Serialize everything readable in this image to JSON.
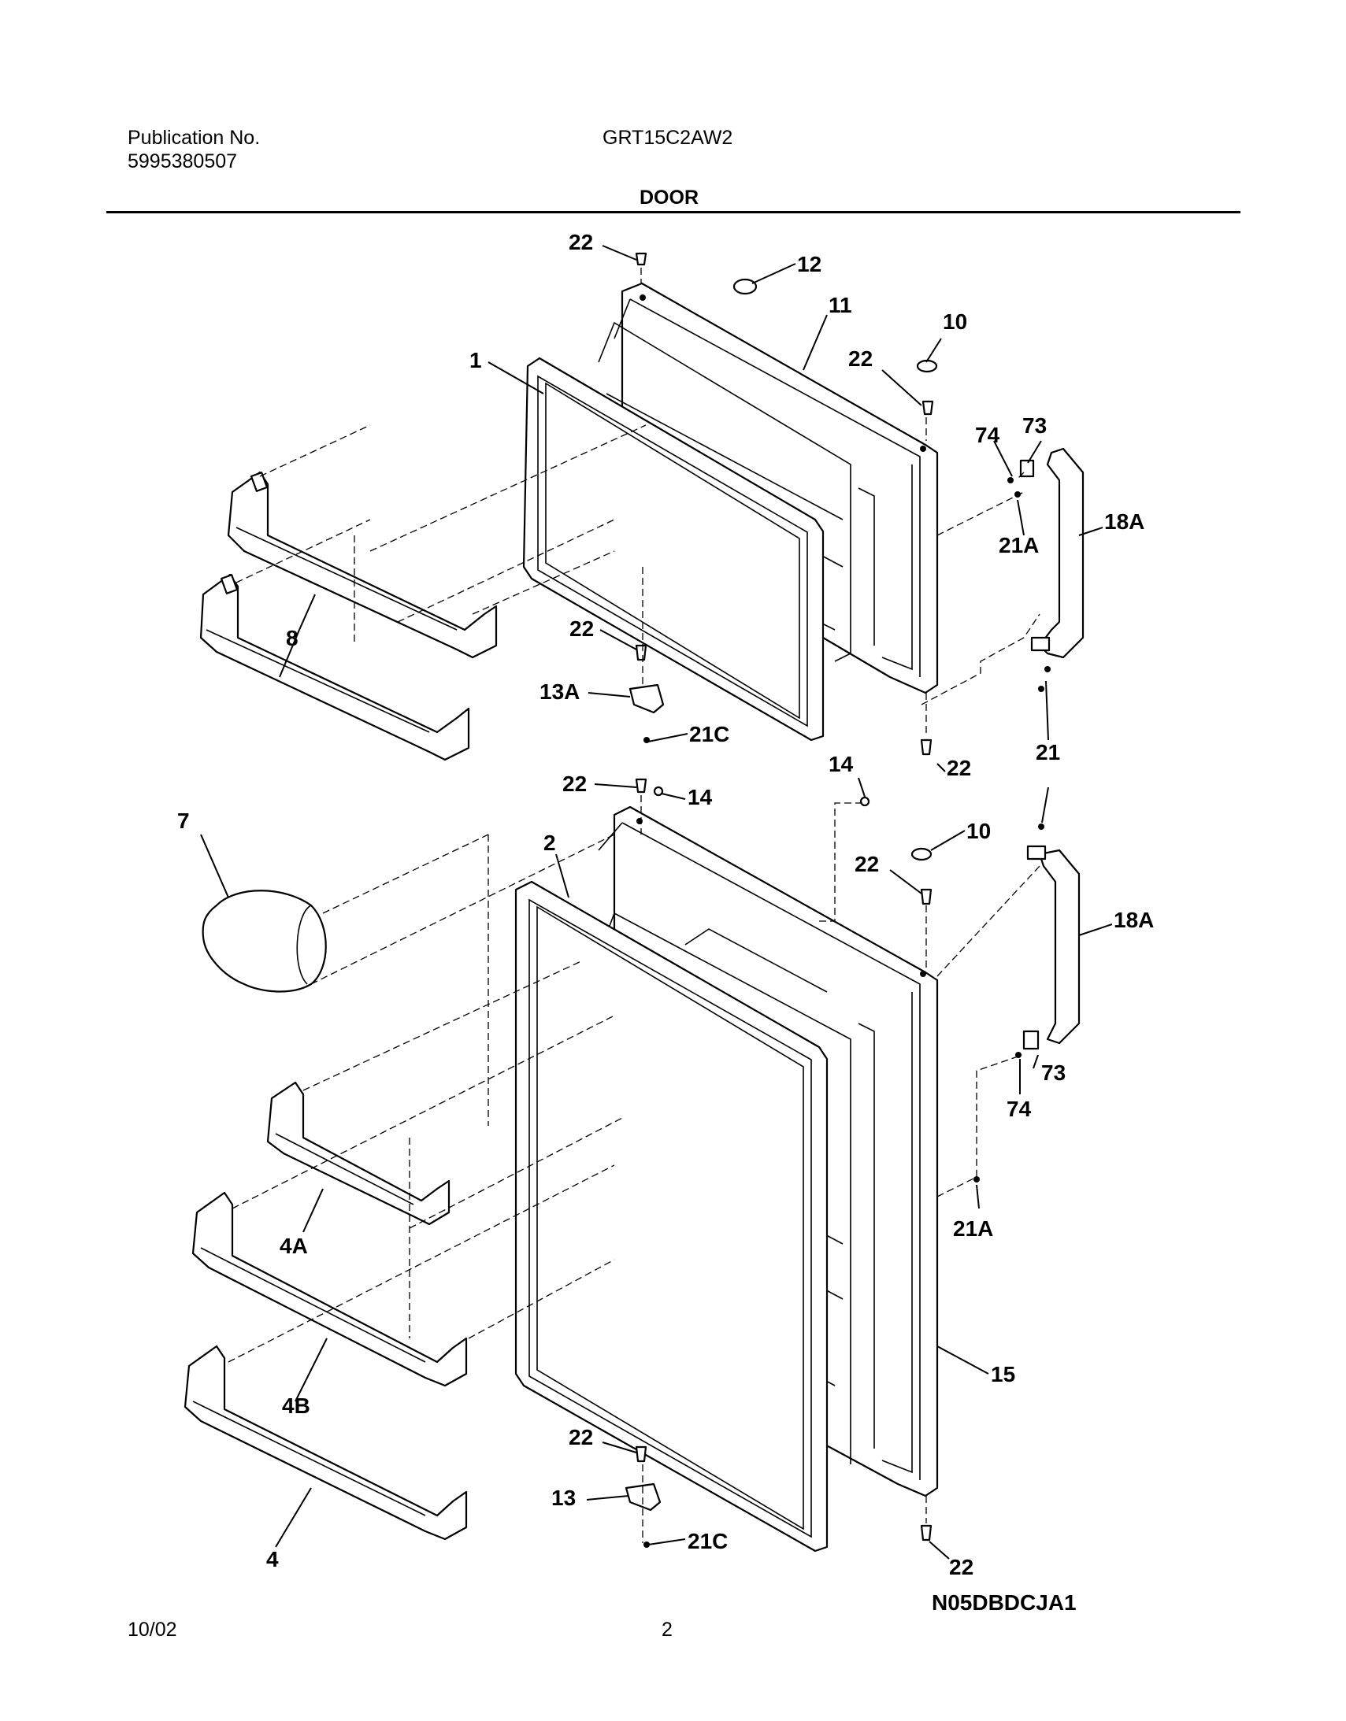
{
  "header": {
    "publication_label": "Publication No.",
    "publication_number": "5995380507",
    "model": "GRT15C2AW2",
    "section_title": "DOOR"
  },
  "footer": {
    "date": "10/02",
    "page_number": "2",
    "diagram_code": "N05DBDCJA1"
  },
  "callouts": [
    "22",
    "12",
    "11",
    "10",
    "1",
    "22",
    "74",
    "73",
    "21A",
    "18A",
    "8",
    "22",
    "13A",
    "21C",
    "22",
    "21",
    "14",
    "22",
    "14",
    "7",
    "2",
    "10",
    "22",
    "18A",
    "73",
    "74",
    "4A",
    "21A",
    "4B",
    "15",
    "22",
    "13",
    "21C",
    "4",
    "22"
  ]
}
